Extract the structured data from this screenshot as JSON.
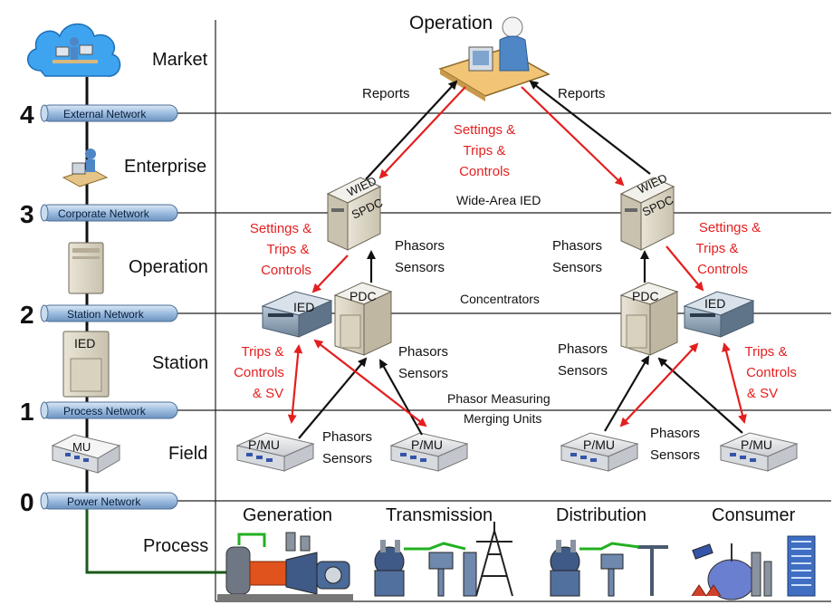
{
  "title": "Operation",
  "levels": {
    "market": "Market",
    "enterprise": "Enterprise",
    "operation": "Operation",
    "station": "Station",
    "field": "Field",
    "process": "Process"
  },
  "networks": [
    {
      "num": "4",
      "label": "External Network"
    },
    {
      "num": "3",
      "label": "Corporate Network"
    },
    {
      "num": "2",
      "label": "Station Network"
    },
    {
      "num": "1",
      "label": "Process Network"
    },
    {
      "num": "0",
      "label": "Power Network"
    }
  ],
  "left_icons": {
    "ied": "IED",
    "mu": "MU"
  },
  "labels": {
    "reports_left": "Reports",
    "reports_right": "Reports",
    "settings_center": [
      "Settings &",
      "Trips &",
      "Controls"
    ],
    "wide_area_ied": "Wide-Area IED",
    "concentrators": "Concentrators",
    "pmu_line1": "Phasor Measuring",
    "pmu_line2": "Merging Units",
    "settings_left": [
      "Settings &",
      "Trips &",
      "Controls"
    ],
    "settings_right": [
      "Settings &",
      "Trips &",
      "Controls"
    ],
    "phasors_sensors_1": [
      "Phasors",
      "Sensors"
    ],
    "phasors_sensors_2": [
      "Phasors",
      "Sensors"
    ],
    "phasors_sensors_3": [
      "Phasors",
      "Sensors"
    ],
    "phasors_sensors_4": [
      "Phasors",
      "Sensors"
    ],
    "phasors_sensors_5": [
      "Phasors",
      "Sensors"
    ],
    "phasors_sensors_6": [
      "Phasors",
      "Sensors"
    ],
    "trips_left": [
      "Trips &",
      "Controls",
      "& SV"
    ],
    "trips_right": [
      "Trips &",
      "Controls",
      "& SV"
    ]
  },
  "devices": {
    "wied": "WIED",
    "spdc": "SPDC",
    "pdc": "PDC",
    "ied": "IED",
    "pmu": "P/MU"
  },
  "process": [
    "Generation",
    "Transmission",
    "Distribution",
    "Consumer"
  ],
  "colors": {
    "red": "#e41f1f",
    "black": "#111111",
    "network": "#8fb3d9",
    "green": "#1e8a1e"
  }
}
